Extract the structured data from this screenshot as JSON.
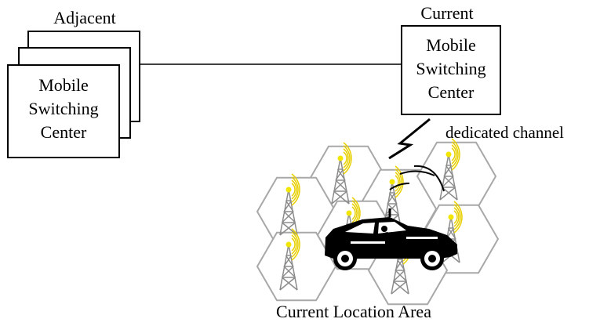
{
  "adjacent_msc": {
    "caption": "Adjacent",
    "label_lines": [
      "Mobile",
      "Switching",
      "Center"
    ]
  },
  "current_msc": {
    "caption": "Current",
    "label_lines": [
      "Mobile",
      "Switching",
      "Center"
    ]
  },
  "channel_label": "dedicated channel",
  "location_area_label": "Current Location Area",
  "colors": {
    "cell_border": "#a8a8a8",
    "tower": "#8c8c8c",
    "signal_waves": "#e8d000",
    "antenna_tip": "#f2e600"
  },
  "icons": [
    "cell-tower-icon",
    "car-icon",
    "radio-link-icon"
  ]
}
